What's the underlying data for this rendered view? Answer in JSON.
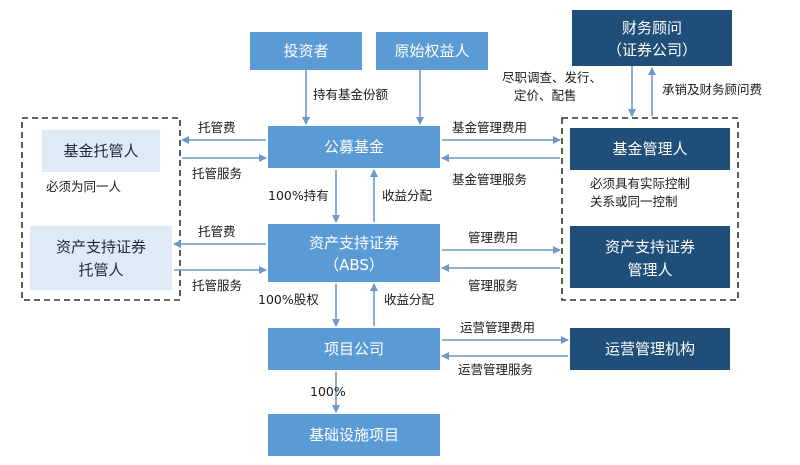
{
  "colors": {
    "node_mid": "#5b9bd5",
    "node_dark": "#1f4e79",
    "node_light": "#deeaf6",
    "arrow": "#6c99c8",
    "dashed_border": "#333333"
  },
  "nodes": {
    "investor": "投资者",
    "original_holder": "原始权益人",
    "financial_advisor_line1": "财务顾问",
    "financial_advisor_line2": "（证券公司）",
    "public_fund": "公募基金",
    "fund_custodian": "基金托管人",
    "fund_manager": "基金管理人",
    "abs_line1": "资产支持证券",
    "abs_line2": "（ABS）",
    "abs_custodian_line1": "资产支持证券",
    "abs_custodian_line2": "托管人",
    "abs_manager_line1": "资产支持证券",
    "abs_manager_line2": "管理人",
    "project_company": "项目公司",
    "operation_agency": "运营管理机构",
    "infrastructure": "基础设施项目"
  },
  "notes": {
    "same_entity": "必须为同一人",
    "control_line1": "必须具有实际控制",
    "control_line2": "关系或同一控制"
  },
  "edges": {
    "hold_fund_shares": "持有基金份额",
    "due_diligence_line1": "尽职调查、发行、",
    "due_diligence_line2": "定价、配售",
    "underwriting": "承销及财务顾问费",
    "custody_fee_1": "托管费",
    "custody_service_1": "托管服务",
    "fund_mgmt_fee": "基金管理费用",
    "fund_mgmt_service": "基金管理服务",
    "hold_100": "100%持有",
    "income_dist_1": "收益分配",
    "custody_fee_2": "托管费",
    "custody_service_2": "托管服务",
    "mgmt_fee": "管理费用",
    "mgmt_service": "管理服务",
    "equity_100": "100%股权",
    "income_dist_2": "收益分配",
    "op_mgmt_fee": "运营管理费用",
    "op_mgmt_service": "运营管理服务",
    "pct_100": "100%"
  }
}
